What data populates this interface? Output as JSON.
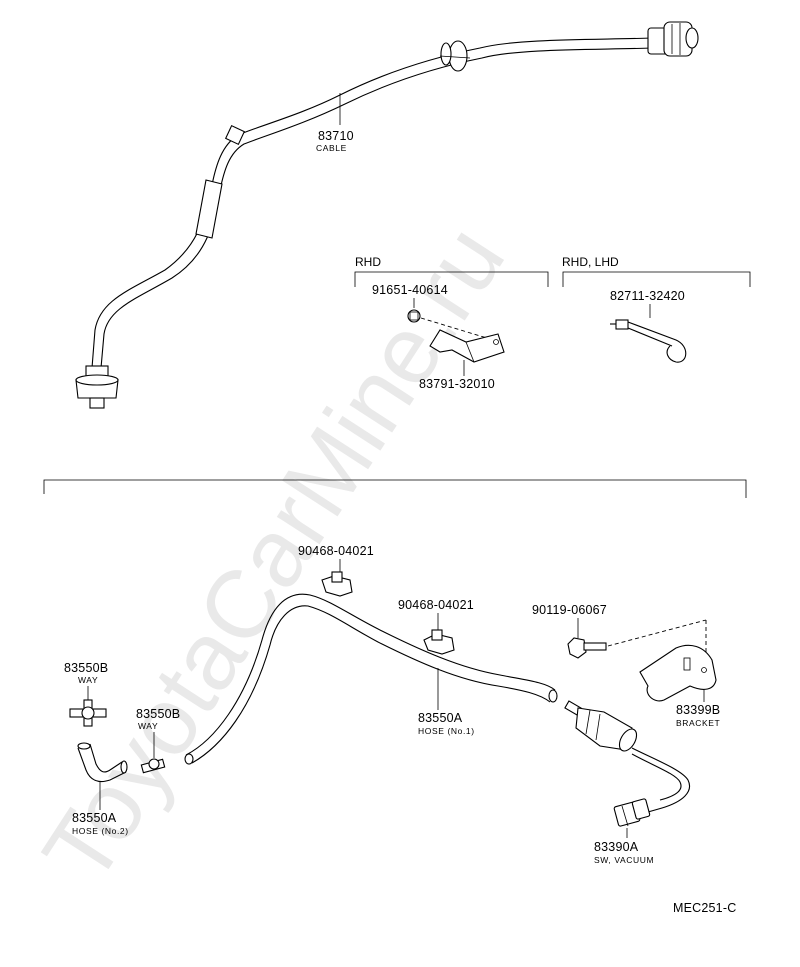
{
  "watermark": "ToyotaCarMine.ru",
  "diagram_code": "MEC251-C",
  "sections": {
    "rhd": "RHD",
    "rhd_lhd": "RHD, LHD"
  },
  "parts": {
    "cable": {
      "number": "83710",
      "name": "CABLE"
    },
    "bolt_rhd": {
      "number": "91651-40614"
    },
    "bracket_rhd": {
      "number": "83791-32010"
    },
    "clamp_rhd_lhd": {
      "number": "82711-32420"
    },
    "clip_1": {
      "number": "90468-04021"
    },
    "clip_2": {
      "number": "90468-04021"
    },
    "bolt_vac": {
      "number": "90119-06067"
    },
    "way_left": {
      "number": "83550B",
      "name": "WAY"
    },
    "way_mid": {
      "number": "83550B",
      "name": "WAY"
    },
    "hose_no1": {
      "number": "83550A",
      "name": "HOSE (No.1)"
    },
    "hose_no2": {
      "number": "83550A",
      "name": "HOSE (No.2)"
    },
    "bracket_vac": {
      "number": "83399B",
      "name": "BRACKET"
    },
    "switch_vacuum": {
      "number": "83390A",
      "name": "SW, VACUUM"
    }
  }
}
